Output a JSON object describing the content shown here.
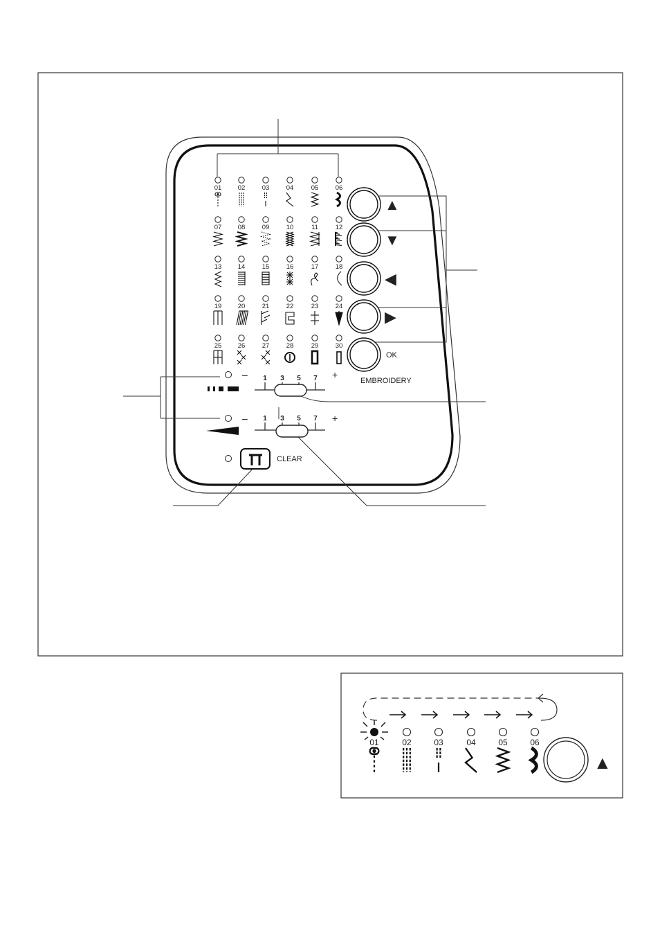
{
  "stitches": [
    {
      "num": "01",
      "glyph": "buttonhole"
    },
    {
      "num": "02",
      "glyph": "triple"
    },
    {
      "num": "03",
      "glyph": "dashes"
    },
    {
      "num": "04",
      "glyph": "wave"
    },
    {
      "num": "05",
      "glyph": "zigzag3"
    },
    {
      "num": "06",
      "glyph": "scallop"
    },
    {
      "num": "07",
      "glyph": "zigzag"
    },
    {
      "num": "08",
      "glyph": "zigzag-bold"
    },
    {
      "num": "09",
      "glyph": "zigzag-dotted"
    },
    {
      "num": "10",
      "glyph": "cross-hatch"
    },
    {
      "num": "11",
      "glyph": "zigzag-line"
    },
    {
      "num": "12",
      "glyph": "satin"
    },
    {
      "num": "13",
      "glyph": "chevrons"
    },
    {
      "num": "14",
      "glyph": "ladder"
    },
    {
      "num": "15",
      "glyph": "box"
    },
    {
      "num": "16",
      "glyph": "stars"
    },
    {
      "num": "17",
      "glyph": "loops"
    },
    {
      "num": "18",
      "glyph": "curve"
    },
    {
      "num": "19",
      "glyph": "comb"
    },
    {
      "num": "20",
      "glyph": "slant"
    },
    {
      "num": "21",
      "glyph": "feather"
    },
    {
      "num": "22",
      "glyph": "greek-key"
    },
    {
      "num": "23",
      "glyph": "cross-line"
    },
    {
      "num": "24",
      "glyph": "leaf"
    },
    {
      "num": "25",
      "glyph": "comb-double"
    },
    {
      "num": "26",
      "glyph": "cross-stitch"
    },
    {
      "num": "27",
      "glyph": "cross-stitch2"
    },
    {
      "num": "28",
      "glyph": "circle"
    },
    {
      "num": "29",
      "glyph": "bar-bold"
    },
    {
      "num": "30",
      "glyph": "bar-thin"
    }
  ],
  "buttons": [
    {
      "name": "up-button",
      "symbol": "▲"
    },
    {
      "name": "down-button",
      "symbol": "▼"
    },
    {
      "name": "left-button",
      "symbol": "◀"
    },
    {
      "name": "right-button",
      "symbol": "▶"
    },
    {
      "name": "ok-button",
      "symbol": "OK"
    }
  ],
  "embroidery_label": "EMBROIDERY",
  "length_slider": {
    "minus": "–",
    "plus": "+",
    "ticks": [
      "1",
      "3",
      "5",
      "7"
    ],
    "position": 3
  },
  "width_slider": {
    "minus": "–",
    "plus": "+",
    "ticks": [
      "1",
      "3",
      "5",
      "7"
    ],
    "position": 3
  },
  "clear_label": "CLEAR",
  "inset": {
    "stitches": [
      {
        "num": "01",
        "glyph": "buttonhole",
        "active": true
      },
      {
        "num": "02",
        "glyph": "triple"
      },
      {
        "num": "03",
        "glyph": "dashes"
      },
      {
        "num": "04",
        "glyph": "wave"
      },
      {
        "num": "05",
        "glyph": "zigzag3"
      },
      {
        "num": "06",
        "glyph": "scallop"
      }
    ],
    "button_symbol": "▲"
  }
}
